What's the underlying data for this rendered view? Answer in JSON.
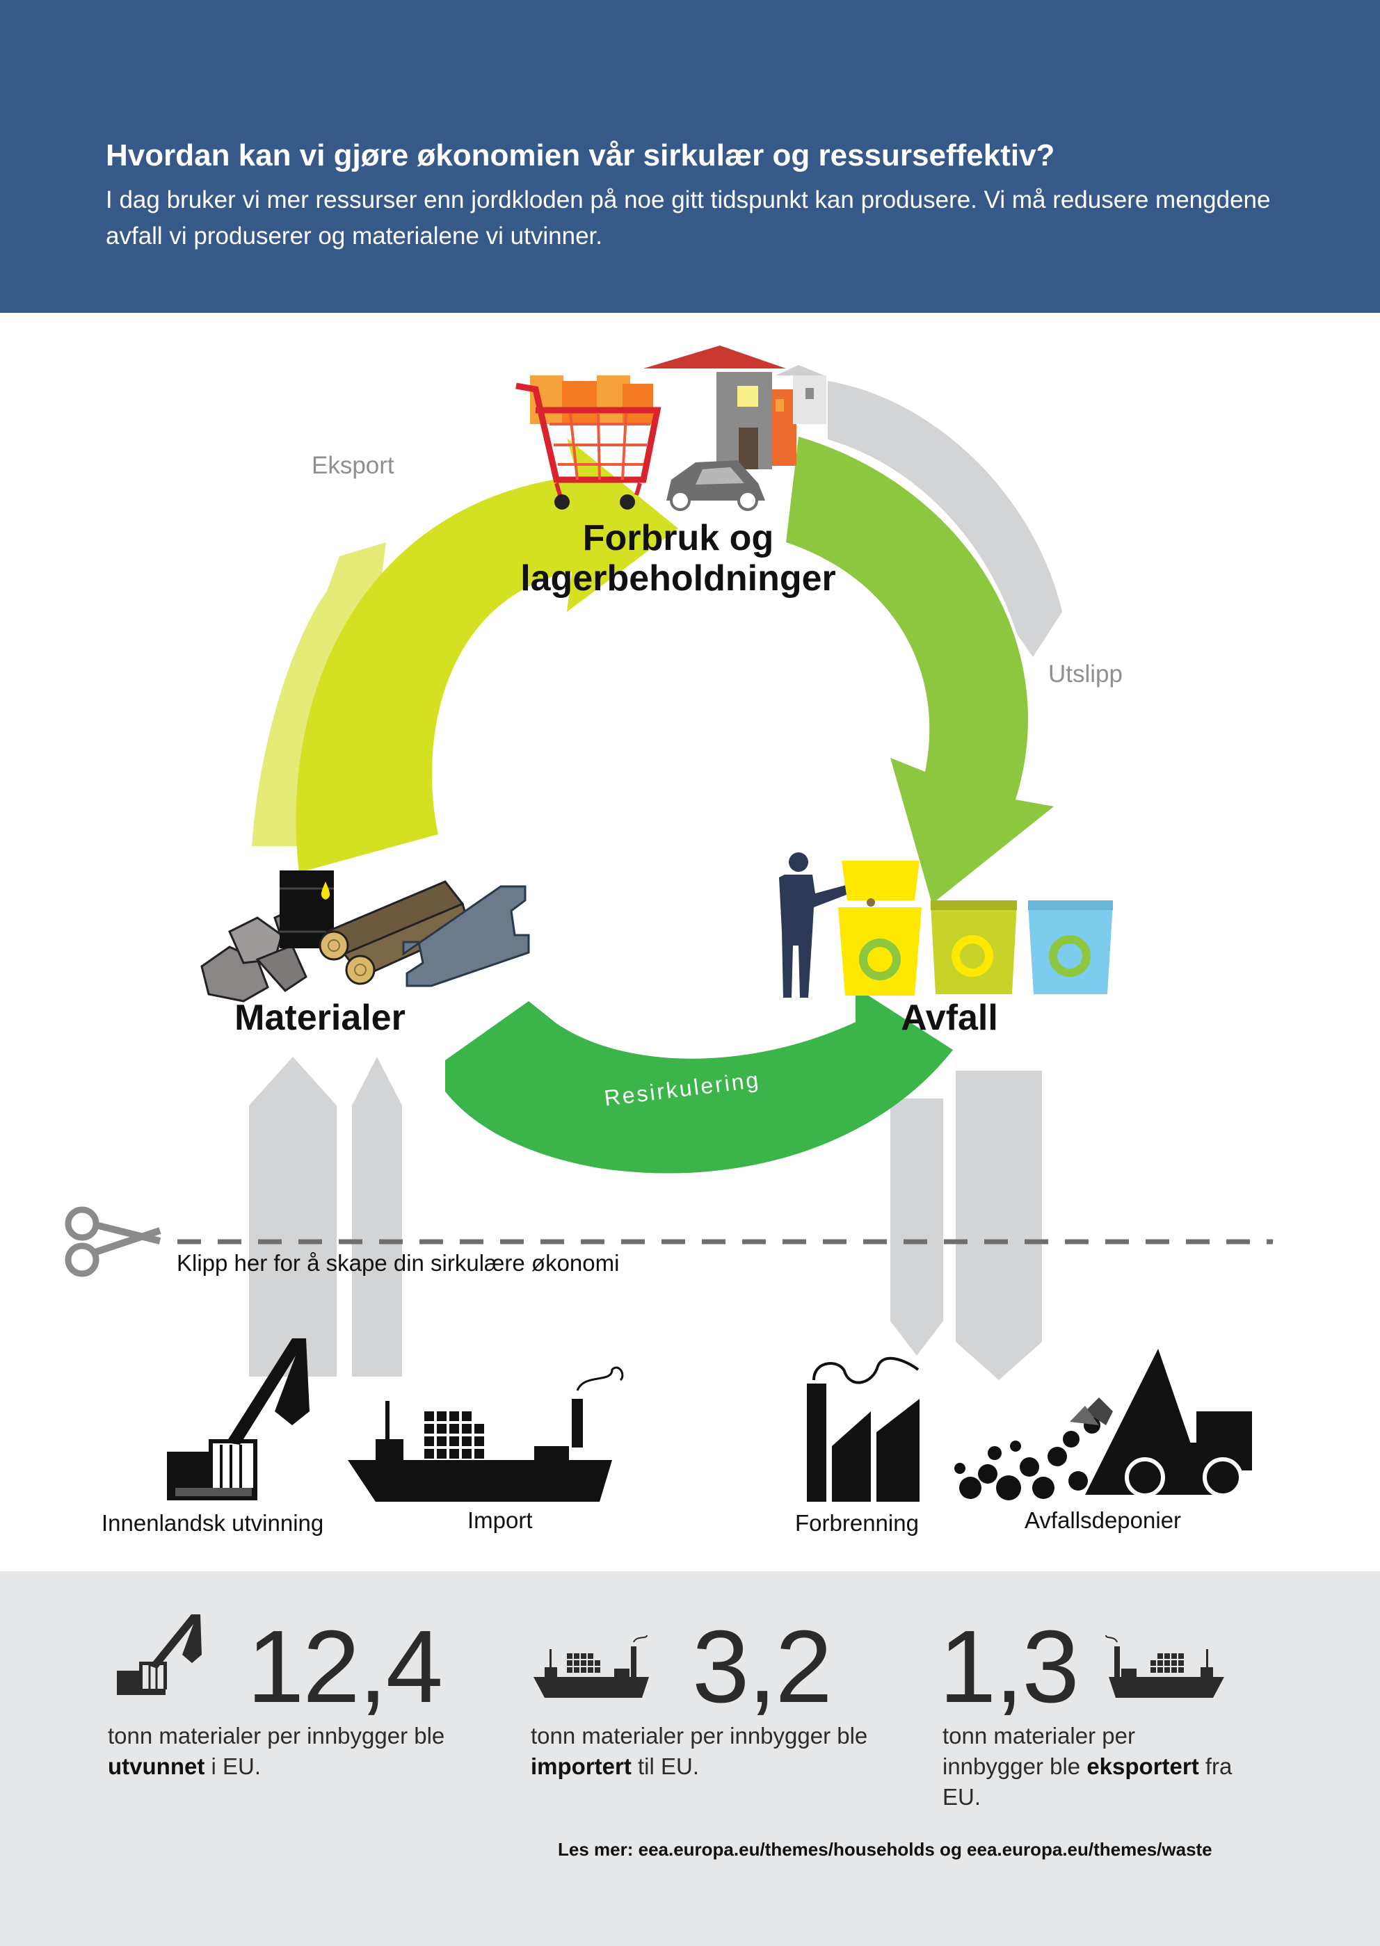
{
  "header": {
    "title": "Hvordan kan vi gjøre økonomien vår sirkulær og ressurseffektiv?",
    "intro": "I dag bruker vi mer ressurser enn jordkloden på noe gitt tidspunkt kan produsere. Vi må redusere mengdene avfall vi produserer og materialene vi utvinner."
  },
  "diagram": {
    "export_label": "Eksport",
    "emissions_label": "Utslipp",
    "consumption_line1": "Forbruk og",
    "consumption_line2": "lagerbeholdninger",
    "materials_label": "Materialer",
    "waste_label": "Avfall",
    "recycling_label": "Resirkulering",
    "cut_label": "Klipp her for å skape din sirkulære økonomi",
    "domestic_extraction_label": "Innenlandsk utvinning",
    "import_label": "Import",
    "incineration_label": "Forbrenning",
    "landfill_label": "Avfallsdeponier",
    "colors": {
      "lime": "#d4e022",
      "lime_light": "#e4eb77",
      "green": "#8dc63f",
      "green_dark": "#3bb44a",
      "grey_arrow": "#d3d4d6",
      "header_blue": "#36598a"
    }
  },
  "stats": [
    {
      "value": "12,4",
      "desc_pre": "tonn materialer per innbygger ble ",
      "desc_bold": "utvunnet",
      "desc_post": " i EU."
    },
    {
      "value": "3,2",
      "desc_pre": "tonn materialer per innbygger ble ",
      "desc_bold": "importert",
      "desc_post": " til EU."
    },
    {
      "value": "1,3",
      "desc_pre": "tonn materialer per innbygger ble ",
      "desc_bold": "eksportert",
      "desc_post": " fra EU."
    }
  ],
  "readmore": "Les mer: eea.europa.eu/themes/households og eea.europa.eu/themes/waste"
}
